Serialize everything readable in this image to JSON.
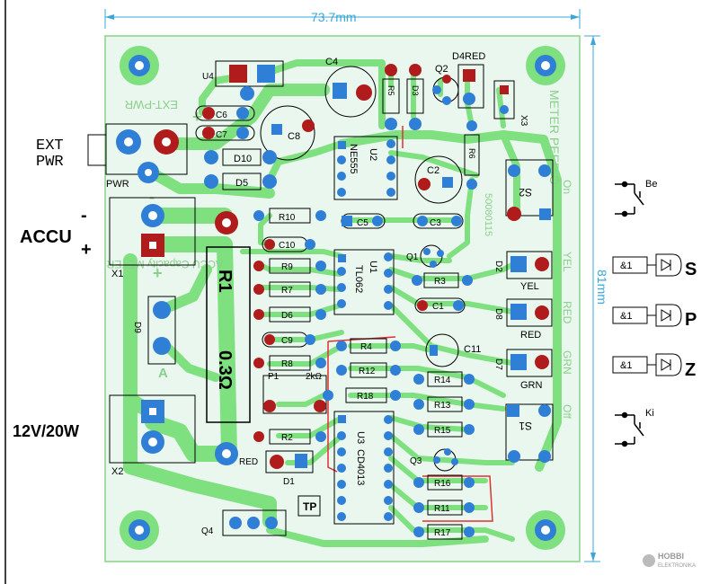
{
  "colors": {
    "board": "#e9f7ee",
    "track": "#7fe07f",
    "track_dark": "#5ccd5c",
    "pad_blue": "#2f7fd6",
    "pad_red": "#b01c1c",
    "silk": "#8ad08a",
    "dimension": "#3aa7d8",
    "jumper": "#e03030"
  },
  "dimensions": {
    "width": "73.7mm",
    "height": "81mm"
  },
  "external": {
    "ext_pwr": "EXT\nPWR",
    "ext_pwr_line1": "EXT",
    "ext_pwr_line2": "PWR",
    "accu": "ACCU",
    "minus": "-",
    "plus": "+",
    "supply": "12V/20W",
    "leds": [
      {
        "name": "S",
        "gate": "&1"
      },
      {
        "name": "P",
        "gate": "&1"
      },
      {
        "name": "Z",
        "gate": "&1"
      }
    ],
    "switch_be": "Be",
    "switch_ki": "Ki",
    "logo": "HOBBI ELEKTRONIKA"
  },
  "silkscreen": {
    "ext_pwr_label": "EXT-PWR",
    "pwr": "PWR",
    "meter_peep_mirrored": "METER PEEP-O",
    "accu_capacity": "ACCU Capacity METER",
    "r1_value": "0.3Ω",
    "r1_label": "R1",
    "board_id": "50080115",
    "be_on": "On",
    "yel": "YEL",
    "red": "RED",
    "grn": "GRN",
    "off": "Off",
    "pi": "P1",
    "pot_value": "2kΩ",
    "tp": "TP",
    "d1_red": "RED",
    "a_mark": "A"
  },
  "components": {
    "resistors": [
      "R10",
      "R9",
      "R7",
      "R8",
      "R3",
      "R4",
      "R12",
      "R18",
      "R14",
      "R13",
      "R15",
      "R16",
      "R11",
      "R17",
      "R2",
      "R5",
      "R6"
    ],
    "diodes": [
      "D10",
      "D5",
      "D6",
      "D3",
      "D9",
      "D1",
      "D2",
      "D8",
      "D7",
      "D4"
    ],
    "caps": [
      "C4",
      "C6",
      "C7",
      "C8",
      "C2",
      "C5",
      "C3",
      "C10",
      "C9",
      "C1",
      "C11"
    ],
    "ics": {
      "u2": "NE555",
      "u1": "TL062",
      "u3": "CD4013"
    },
    "transistors": [
      "Q1",
      "Q2",
      "Q3",
      "Q4"
    ],
    "other": [
      "U4",
      "X1",
      "X2",
      "X3",
      "S1",
      "S2",
      "U1",
      "U2",
      "U3",
      "D4RED"
    ]
  }
}
